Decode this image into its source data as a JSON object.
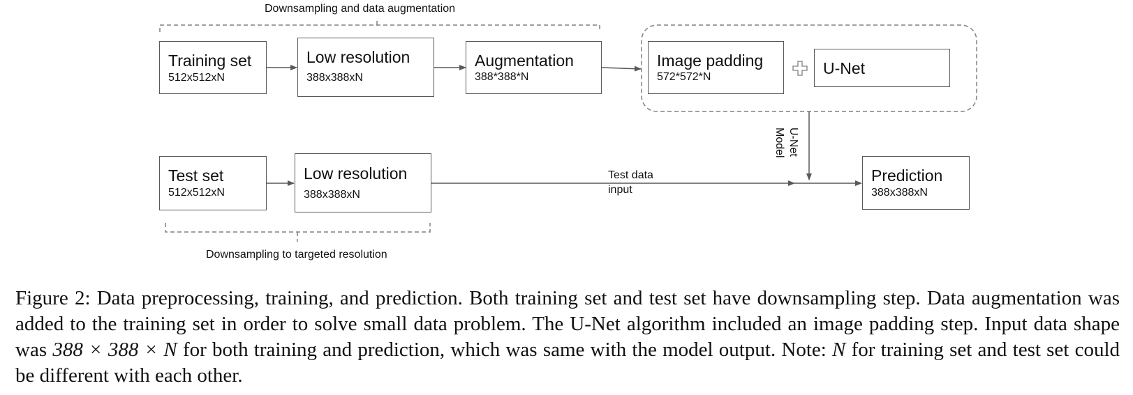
{
  "top_group_label": "Downsampling and data augmentation",
  "bottom_group_label": "Downsampling to targeted resolution",
  "boxes": {
    "training_set": {
      "title": "Training set",
      "shape": "512x512xN"
    },
    "low_res_train": {
      "title": "Low resolution",
      "shape": "388x388xN"
    },
    "augmentation": {
      "title": "Augmentation",
      "shape": "388*388*N"
    },
    "image_padding": {
      "title": "Image padding",
      "shape": "572*572*N"
    },
    "unet": {
      "title": "U-Net"
    },
    "test_set": {
      "title": "Test set",
      "shape": "512x512xN"
    },
    "low_res_test": {
      "title": "Low resolution",
      "shape": "388x388xN"
    },
    "prediction": {
      "title": "Prediction",
      "shape": "388x388xN"
    }
  },
  "edge_labels": {
    "test_input_line1": "Test data",
    "test_input_line2": "input",
    "unet_model_line1": "U-Net",
    "unet_model_line2": "Model"
  },
  "caption": {
    "p1": "Figure 2: Data preprocessing, training, and prediction. Both training set and test set have downsampling step. Data augmentation was added to the training set in order to solve small data problem. The U-Net algorithm included an image padding step. Input data shape was ",
    "m1": "388 × 388 × N",
    "p2": " for both training and prediction, which was same with the model output. Note: ",
    "m2": "N",
    "p3": " for training set and test set could be different with each other."
  }
}
